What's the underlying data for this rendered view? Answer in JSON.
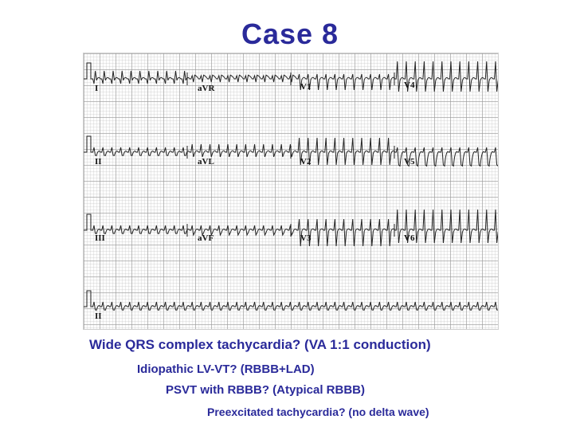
{
  "title": "Case 8",
  "ecg": {
    "leads": {
      "r1": [
        "I",
        "aVR",
        "V1",
        "V4"
      ],
      "r2": [
        "II",
        "aVL",
        "V2",
        "V5"
      ],
      "r3": [
        "III",
        "aVF",
        "V3",
        "V6"
      ],
      "r4": [
        "II"
      ]
    }
  },
  "notes": [
    "Wide QRS complex tachycardia? (VA 1:1 conduction)",
    "Idiopathic LV-VT? (RBBB+LAD)",
    "PSVT with RBBB? (Atypical RBBB)",
    "Preexcitated tachycardia? (no delta wave)"
  ]
}
